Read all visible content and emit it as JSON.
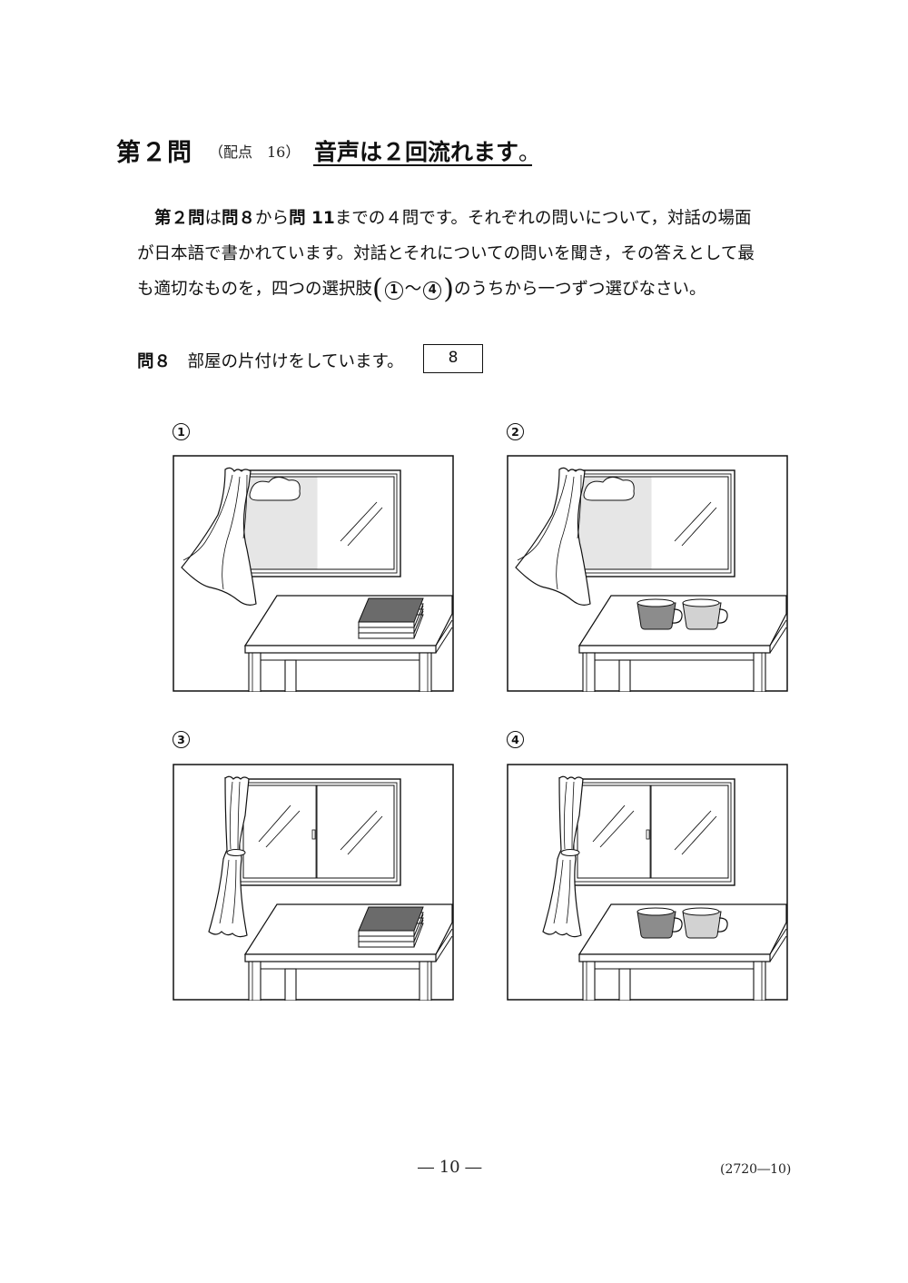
{
  "header": {
    "section_title": "第２問",
    "score_label": "（配点　16）",
    "audio_note": "音声は２回流れます",
    "audio_period": "。"
  },
  "instructions": {
    "line1_bold1": "第２問",
    "line1_t1": "は",
    "line1_bold2": "問８",
    "line1_t2": "から",
    "line1_bold3": "問 11",
    "line1_t3": "までの４問です。それぞれの問いについて，対話の場面",
    "line2": "が日本語で書かれています。対話とそれについての問いを聞き，その答えとして最",
    "line3_pre": "も適切なものを，四つの選択肢",
    "paren_open": "(",
    "choice_start": "1",
    "tilde": "～",
    "choice_end": "4",
    "paren_close": ")",
    "line3_post": "のうちから一つずつ選びなさい。"
  },
  "question": {
    "label": "問８",
    "text": "部屋の片付けをしています。",
    "answer_number": "8"
  },
  "options": [
    {
      "mark": "1",
      "curtain": "open",
      "item": "books"
    },
    {
      "mark": "2",
      "curtain": "open",
      "item": "cups"
    },
    {
      "mark": "3",
      "curtain": "tied",
      "item": "books"
    },
    {
      "mark": "4",
      "curtain": "tied",
      "item": "cups"
    }
  ],
  "footer": {
    "page": "― 10 ―",
    "code": "(2720―10)"
  }
}
